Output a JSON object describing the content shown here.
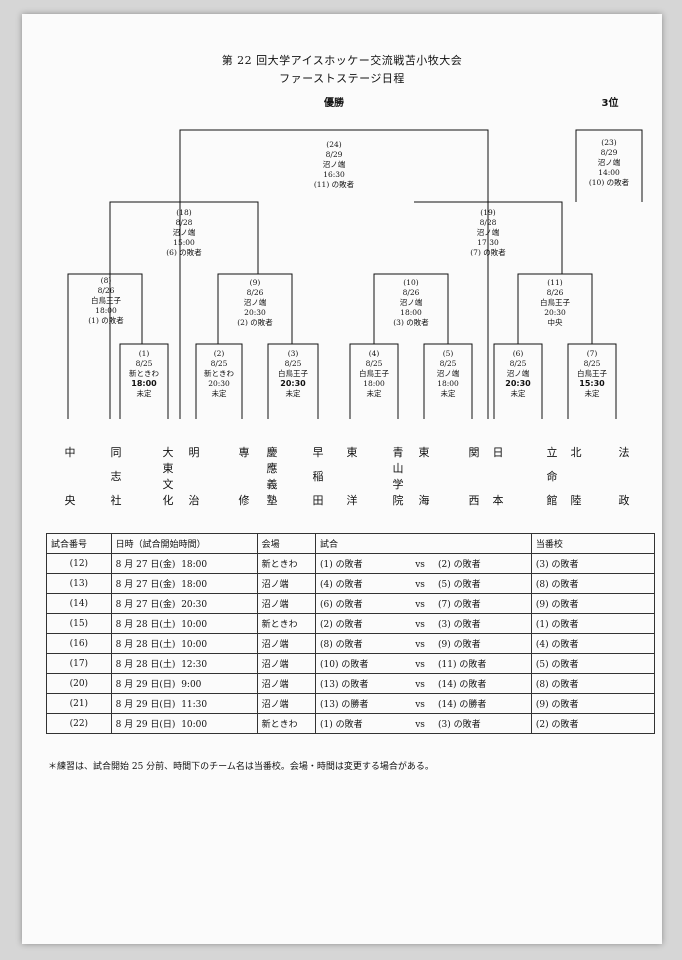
{
  "title": "第 22 回大学アイスホッケー交流戦苫小牧大会",
  "subtitle": "ファーストステージ日程",
  "champion_label": "優勝",
  "third_label": "3位",
  "matches": {
    "m1": [
      "(1)",
      "8/25",
      "新ときわ",
      "18:00",
      "未定"
    ],
    "m2": [
      "(2)",
      "8/25",
      "新ときわ",
      "20:30",
      "未定"
    ],
    "m3": [
      "(3)",
      "8/25",
      "白鳥王子",
      "20:30",
      "未定"
    ],
    "m4": [
      "(4)",
      "8/25",
      "白鳥王子",
      "18:00",
      "未定"
    ],
    "m5": [
      "(5)",
      "8/25",
      "沼ノ端",
      "18:00",
      "未定"
    ],
    "m6": [
      "(6)",
      "8/25",
      "沼ノ端",
      "20:30",
      "未定"
    ],
    "m7": [
      "(7)",
      "8/25",
      "白鳥王子",
      "15:30",
      "未定"
    ],
    "m8": [
      "(8)",
      "8/26",
      "白鳥王子",
      "18:00",
      "(1) の敗者"
    ],
    "m9": [
      "(9)",
      "8/26",
      "沼ノ端",
      "20:30",
      "(2) の敗者"
    ],
    "m10": [
      "(10)",
      "8/26",
      "沼ノ端",
      "18:00",
      "(3) の敗者"
    ],
    "m11": [
      "(11)",
      "8/26",
      "白鳥王子",
      "20:30",
      "中央"
    ],
    "m18": [
      "(18)",
      "8/28",
      "沼ノ端",
      "15:00",
      "(6) の敗者"
    ],
    "m19": [
      "(19)",
      "8/28",
      "沼ノ端",
      "17:30",
      "(7) の敗者"
    ],
    "m24": [
      "(24)",
      "8/29",
      "沼ノ端",
      "16:30",
      "(11) の敗者"
    ],
    "m23": [
      "(23)",
      "8/29",
      "沼ノ端",
      "14:00",
      "(10) の敗者"
    ]
  },
  "teams": [
    "中央",
    "同志社",
    "大東文化",
    "明治",
    "専修",
    "慶應義塾",
    "早稲田",
    "東洋",
    "青山学院",
    "東海",
    "関西",
    "日本",
    "立命館",
    "北陸",
    "法政"
  ],
  "table": {
    "headers": [
      "試合番号",
      "日時（試合開始時間）",
      "会場",
      "試合",
      "当番校"
    ],
    "rows": [
      {
        "no": "(12)",
        "date": "8 月 27 日(金)",
        "time": "18:00",
        "venue": "新ときわ",
        "a": "(1) の敗者",
        "vs": "vs",
        "b": "(2) の敗者",
        "duty": "(3) の敗者"
      },
      {
        "no": "(13)",
        "date": "8 月 27 日(金)",
        "time": "18:00",
        "venue": "沼ノ端",
        "a": "(4) の敗者",
        "vs": "vs",
        "b": "(5) の敗者",
        "duty": "(8) の敗者"
      },
      {
        "no": "(14)",
        "date": "8 月 27 日(金)",
        "time": "20:30",
        "venue": "沼ノ端",
        "a": "(6) の敗者",
        "vs": "vs",
        "b": "(7) の敗者",
        "duty": "(9) の敗者"
      },
      {
        "no": "(15)",
        "date": "8 月 28 日(土)",
        "time": "10:00",
        "venue": "新ときわ",
        "a": "(2) の敗者",
        "vs": "vs",
        "b": "(3) の敗者",
        "duty": "(1) の敗者"
      },
      {
        "no": "(16)",
        "date": "8 月 28 日(土)",
        "time": "10:00",
        "venue": "沼ノ端",
        "a": "(8) の敗者",
        "vs": "vs",
        "b": "(9) の敗者",
        "duty": "(4) の敗者"
      },
      {
        "no": "(17)",
        "date": "8 月 28 日(土)",
        "time": "12:30",
        "venue": "沼ノ端",
        "a": "(10) の敗者",
        "vs": "vs",
        "b": "(11) の敗者",
        "duty": "(5) の敗者"
      },
      {
        "no": "(20)",
        "date": "8 月 29 日(日)",
        "time": "9:00",
        "venue": "沼ノ端",
        "a": "(13) の敗者",
        "vs": "vs",
        "b": "(14) の敗者",
        "duty": "(8) の敗者"
      },
      {
        "no": "(21)",
        "date": "8 月 29 日(日)",
        "time": "11:30",
        "venue": "沼ノ端",
        "a": "(13) の勝者",
        "vs": "vs",
        "b": "(14) の勝者",
        "duty": "(9) の敗者"
      },
      {
        "no": "(22)",
        "date": "8 月 29 日(日)",
        "time": "10:00",
        "venue": "新ときわ",
        "a": "(1) の敗者",
        "vs": "vs",
        "b": "(3) の敗者",
        "duty": "(2) の敗者"
      }
    ]
  },
  "note": "＊練習は、試合開始 25 分前、時間下のチーム名は当番校。会場・時間は変更する場合がある。"
}
